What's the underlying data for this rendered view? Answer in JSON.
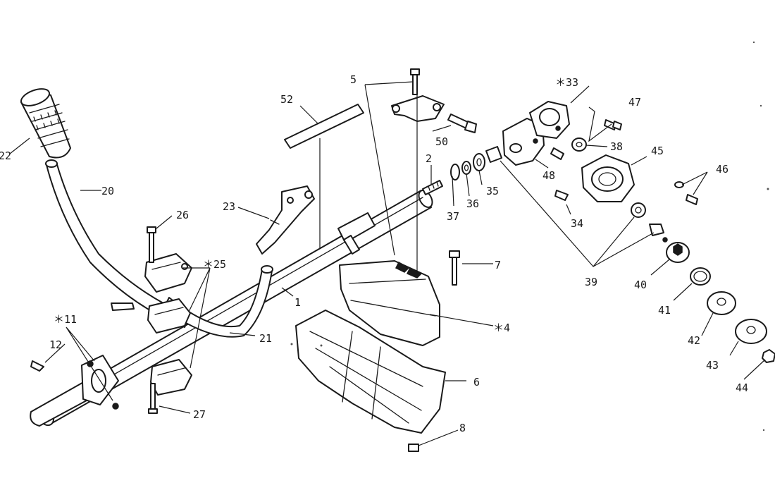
{
  "labels": {
    "l22": "22",
    "l20": "20",
    "l52": "52",
    "l5": "5",
    "l33": "＊33",
    "l47": "47",
    "l50": "50",
    "l38": "38",
    "l45": "45",
    "l2": "2",
    "l48": "48",
    "l46": "46",
    "l23": "23",
    "l37": "37",
    "l36": "36",
    "l35": "35",
    "l34": "34",
    "l26": "26",
    "l25": "＊25",
    "l7": "7",
    "l39": "39",
    "l40": "40",
    "l1": "1",
    "l41": "41",
    "l11": "＊11",
    "l4": "＊4",
    "l12": "12",
    "l21": "21",
    "l42": "42",
    "l6": "6",
    "l43": "43",
    "l27": "27",
    "l44": "44",
    "l8": "8"
  }
}
